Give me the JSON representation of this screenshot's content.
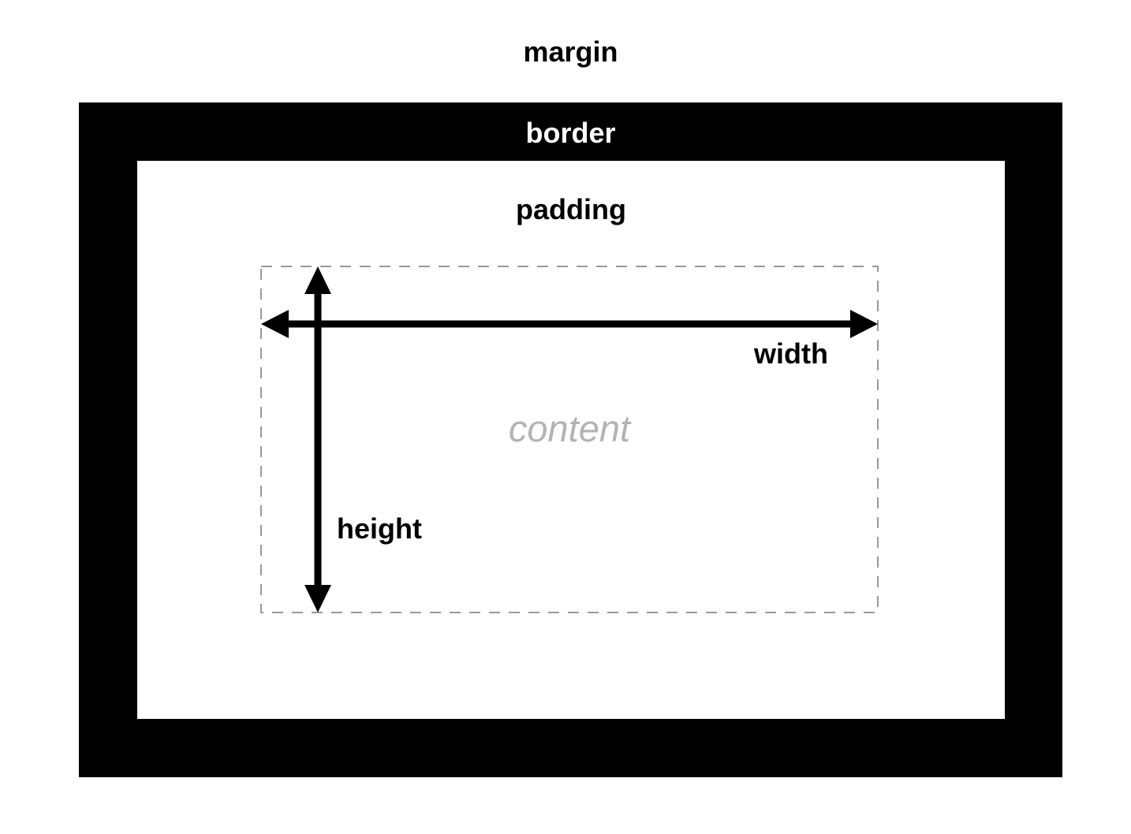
{
  "diagram": {
    "labels": {
      "margin": "margin",
      "border": "border",
      "padding": "padding",
      "content": "content",
      "width": "width",
      "height": "height"
    },
    "colors": {
      "page_background": "#ffffff",
      "border_fill": "#000000",
      "border_label_text": "#ffffff",
      "padding_fill": "#ffffff",
      "label_text": "#000000",
      "content_dash": "#999999",
      "content_text": "#b3b3b3",
      "arrow": "#000000"
    }
  }
}
